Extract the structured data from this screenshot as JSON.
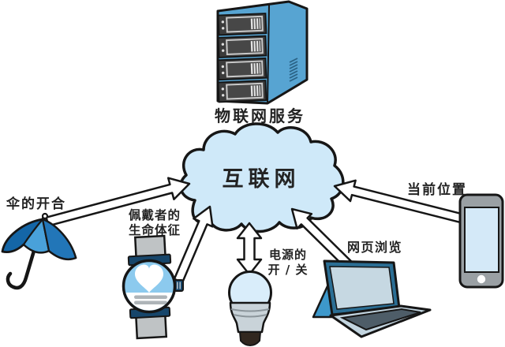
{
  "labels": {
    "server": "物联网服务",
    "cloud": "互联网",
    "umbrella": "伞的开合",
    "watch_line1": "佩戴者的",
    "watch_line2": "生命体征",
    "bulb_line1": "电源的",
    "bulb_line2": "开 / 关",
    "laptop": "网页浏览",
    "phone": "当前位置"
  },
  "colors": {
    "cloud_fill": "#cfe9f9",
    "server_blue": "#57a4d2",
    "watch_face_blue": "#8ccaee",
    "bulb_dome_blue": "#d9edfa",
    "phone_screen_blue": "#d4e9f8",
    "umbrella_dark_blue": "#1466a7",
    "umbrella_light_blue": "#49a1da",
    "umbrella_mid_blue": "#2276b8",
    "laptop_bezel_teal": "#2b6e94",
    "kickstand_blue": "#3d98cb",
    "outline_black": "#161616",
    "arrow_white": "#ffffff"
  }
}
